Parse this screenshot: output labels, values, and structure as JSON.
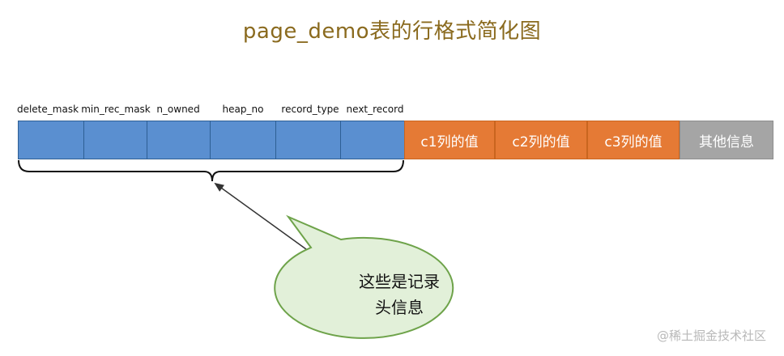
{
  "title": "page_demo表的行格式简化图",
  "header_fields": [
    "delete_mask",
    "min_rec_mask",
    "n_owned",
    "heap_no",
    "record_type",
    "next_record"
  ],
  "value_fields": [
    "c1列的值",
    "c2列的值",
    "c3列的值",
    "其他信息"
  ],
  "callout": {
    "line1": "这些是记录",
    "line2": "头信息"
  },
  "watermark": "@稀土掘金技术社区",
  "colors": {
    "header_fill": "#5a8fd0",
    "value_fill": "#e57a35",
    "other_fill": "#a5a5a5",
    "bubble_fill": "#e2f0d9",
    "bubble_stroke": "#6ea34a"
  }
}
